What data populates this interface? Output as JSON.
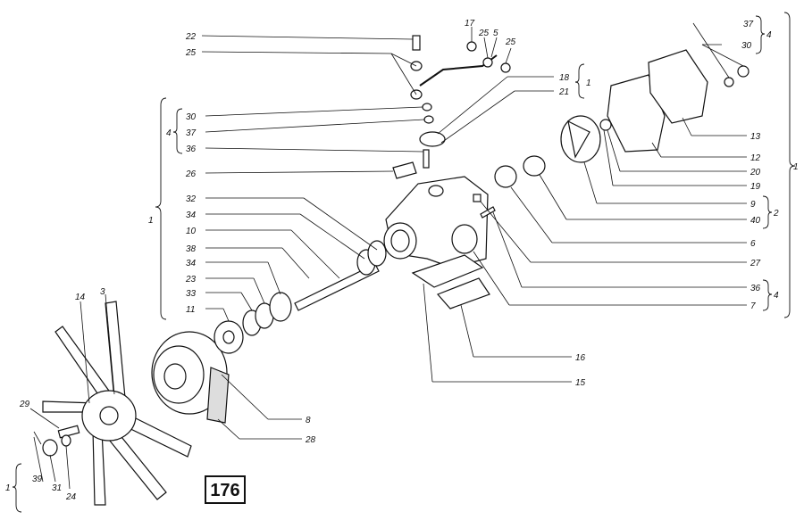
{
  "figure": {
    "plate_number": "176"
  },
  "callouts": [
    "22",
    "25",
    "17",
    "25",
    "5",
    "25",
    "18",
    "21",
    "30",
    "37",
    "36",
    "26",
    "32",
    "34",
    "10",
    "38",
    "34",
    "23",
    "33",
    "11",
    "14",
    "3",
    "29",
    "39",
    "31",
    "24",
    "37",
    "30",
    "13",
    "12",
    "20",
    "19",
    "9",
    "40",
    "6",
    "27",
    "36",
    "7",
    "16",
    "15",
    "8",
    "28"
  ],
  "group_labels": [
    "1",
    "4",
    "1",
    "4",
    "2",
    "1",
    "4",
    "1"
  ]
}
